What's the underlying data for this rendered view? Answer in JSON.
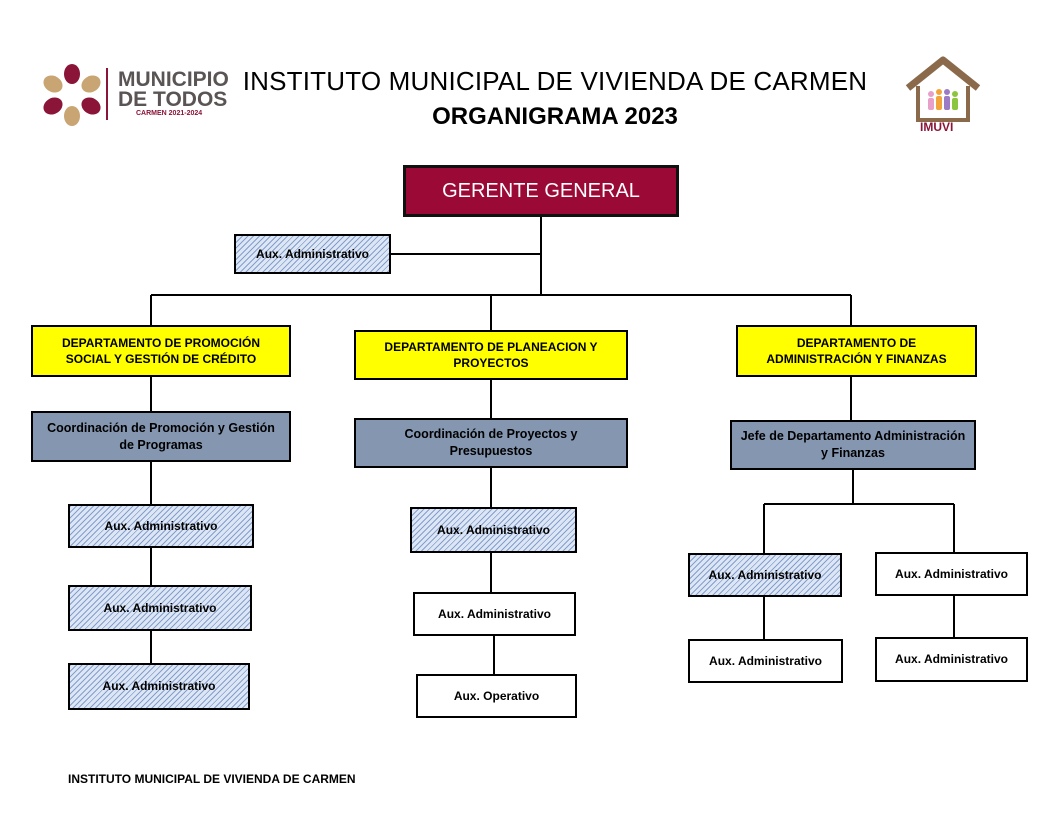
{
  "header": {
    "title": "INSTITUTO MUNICIPAL DE VIVIENDA DE CARMEN",
    "subtitle": "ORGANIGRAMA 2023"
  },
  "logo_left": {
    "line1": "MUNICIPIO",
    "line2": "DE TODOS",
    "line3": "CARMEN 2021-2024"
  },
  "logo_right": {
    "label": "IMUVI"
  },
  "footer": {
    "text": "INSTITUTO MUNICIPAL DE VIVIENDA DE CARMEN"
  },
  "nodes": {
    "gerente": "GERENTE GENERAL",
    "aux_gerente": "Aux. Administrativo",
    "dept1": "DEPARTAMENTO DE PROMOCIÓN SOCIAL Y GESTIÓN DE CRÉDITO",
    "dept2": "DEPARTAMENTO DE PLANEACION Y PROYECTOS",
    "dept3": "DEPARTAMENTO DE ADMINISTRACIÓN Y FINANZAS",
    "coord1": "Coordinación de  Promoción y Gestión de Programas",
    "coord2": "Coordinación de Proyectos y Presupuestos",
    "coord3": "Jefe de Departamento Administración y Finanzas",
    "c1_aux1": "Aux. Administrativo",
    "c1_aux2": "Aux. Administrativo",
    "c1_aux3": "Aux. Administrativo",
    "c2_aux1": "Aux. Administrativo",
    "c2_aux2": "Aux. Administrativo",
    "c2_op": "Aux. Operativo",
    "c3_aux1": "Aux.  Administrativo",
    "c3_aux2": "Aux.  Administrativo",
    "c3_aux3": "Aux.  Administrativo",
    "c3_aux4": "Aux.  Administrativo"
  },
  "colors": {
    "gerente": "#9b0a36",
    "department": "#ffff00",
    "coordination": "#8496b0"
  }
}
